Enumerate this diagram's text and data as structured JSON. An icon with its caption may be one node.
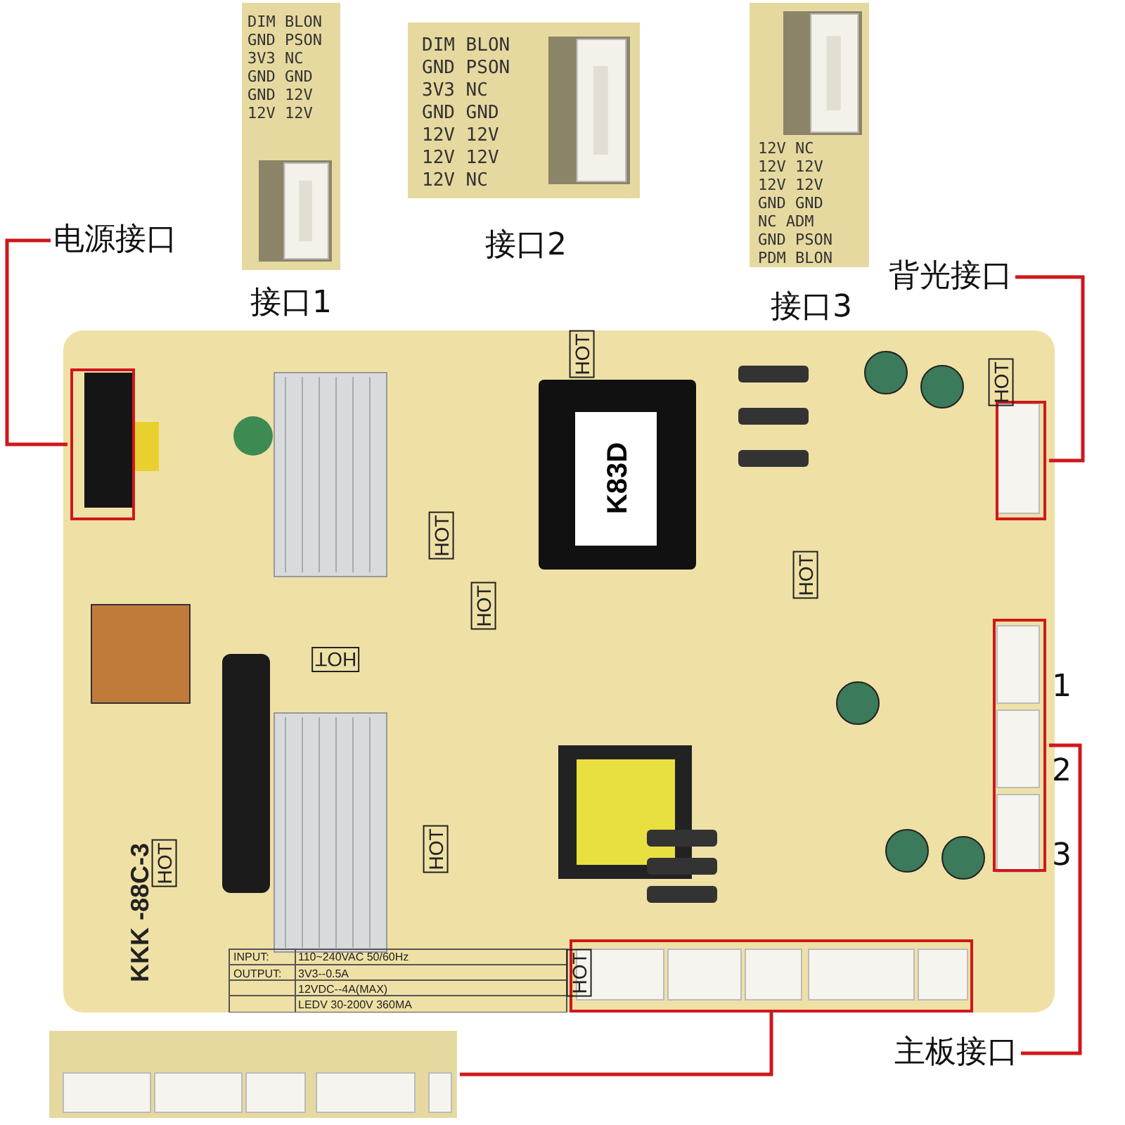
{
  "diagram": {
    "nodes": [
      {
        "text": [
          "DIM BLON",
          "GND PSON",
          "3V3 NC",
          "GND GND",
          "GND 12V",
          "12V 12V"
        ],
        "beside": [
          "接口1"
        ]
      },
      {
        "text": [
          "DIM BLON",
          "GND PSON",
          "3V3 NC",
          "GND GND",
          "12V 12V",
          "12V 12V",
          "12V NC"
        ],
        "beside": [
          "接口2"
        ]
      },
      {
        "text": [
          "12V NC",
          "12V 12V",
          "12V 12V",
          "GND GND",
          "NC ADM",
          "GND PSON",
          "PDM BLON"
        ],
        "beside": [
          "接口3"
        ]
      },
      {
        "text": [
          "电源接口"
        ]
      },
      {
        "text": [
          "背光接口"
        ]
      },
      {
        "text": [],
        "shape": "picture"
      },
      {
        "text": [],
        "shape": "box",
        "in": 5
      },
      {
        "text": [],
        "shape": "box",
        "in": 5
      },
      {
        "text": [],
        "shape": "box",
        "in": 5,
        "beside": [
          "1",
          "2",
          "3"
        ]
      },
      {
        "text": [],
        "shape": "box",
        "in": 5
      },
      {
        "text": [
          "主板接口"
        ]
      },
      {
        "text": [],
        "shape": "picture"
      }
    ],
    "edges": [
      {
        "from": 3,
        "to": 6,
        "arrow": "none"
      },
      {
        "from": 4,
        "to": 7,
        "arrow": "none"
      },
      {
        "from": 10,
        "to": 8,
        "arrow": "none"
      },
      {
        "from": 9,
        "to": 11,
        "arrow": "none"
      }
    ],
    "labels": [
      "HOT",
      "HOT",
      "HOT",
      "HOT",
      "HOT",
      "HOT",
      "HOT",
      "HOT",
      "HOT",
      "K83D",
      "KKK -88C-3",
      "INPUT:",
      "110~240VAC 50/60Hz",
      "OUTPUT:",
      "3V3--0.5A",
      "12VDC--4A(MAX)",
      "LEDV 30-200V 360MA"
    ]
  }
}
